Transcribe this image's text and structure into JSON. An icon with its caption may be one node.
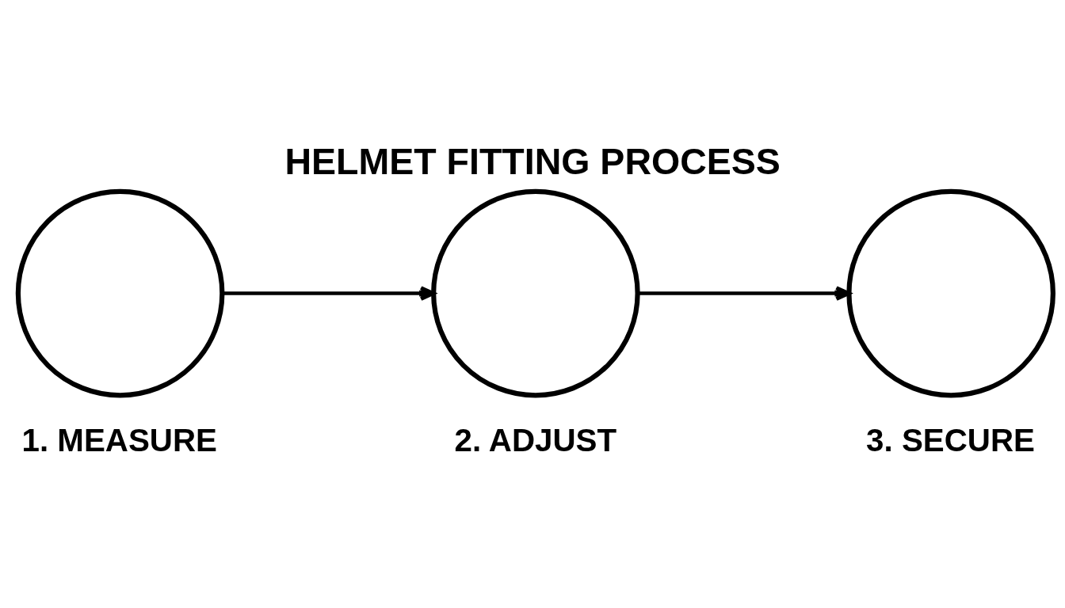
{
  "diagram": {
    "title": "HELMET FITTING PROCESS",
    "nodes": [
      {
        "text": [],
        "shape": "circle",
        "beside": [
          "1. MEASURE"
        ]
      },
      {
        "text": [],
        "shape": "circle",
        "beside": [
          "2. ADJUST"
        ]
      },
      {
        "text": [],
        "shape": "circle",
        "beside": [
          "3. SECURE"
        ]
      }
    ],
    "edges": [
      {
        "from": 0,
        "to": 1,
        "arrow": "to"
      },
      {
        "from": 1,
        "to": 2,
        "arrow": "to"
      }
    ]
  }
}
